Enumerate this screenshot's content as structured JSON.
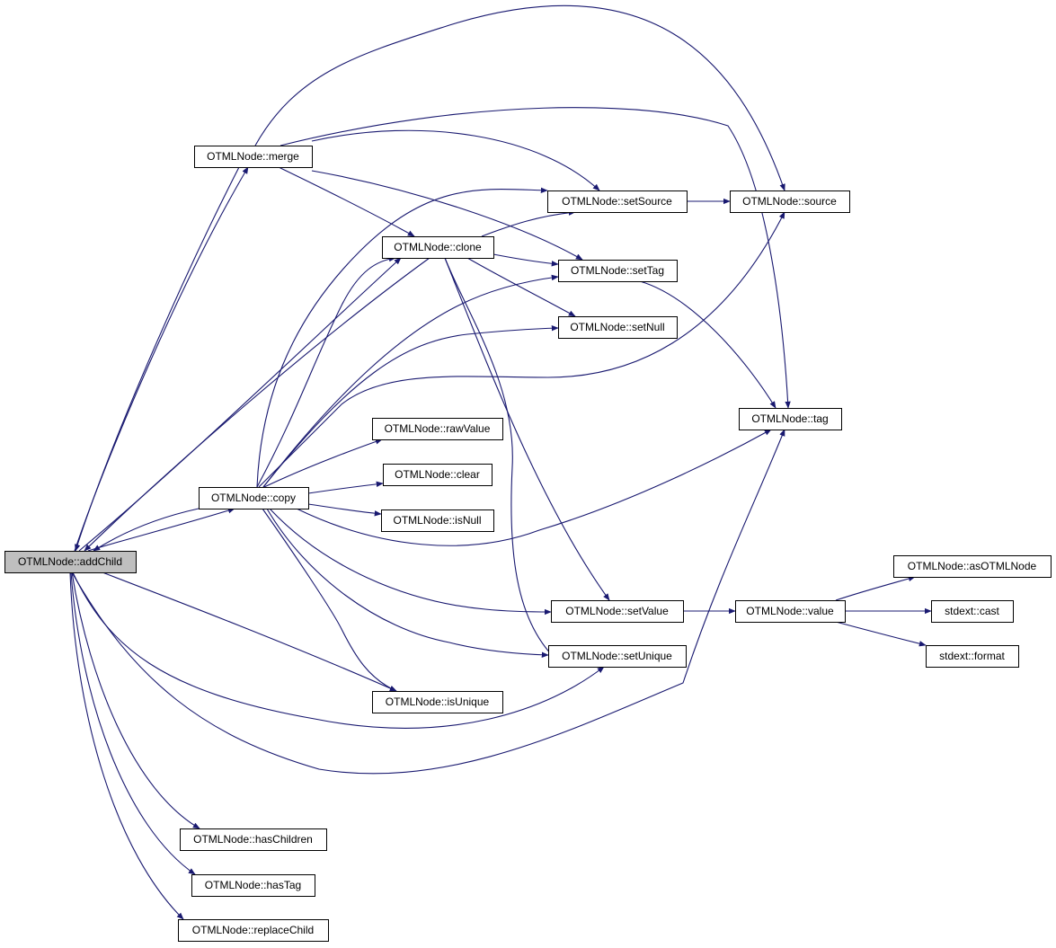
{
  "nodes": {
    "addChild": {
      "label": "OTMLNode::addChild",
      "root": true
    },
    "merge": {
      "label": "OTMLNode::merge"
    },
    "copy": {
      "label": "OTMLNode::copy"
    },
    "hasChildren": {
      "label": "OTMLNode::hasChildren"
    },
    "hasTag": {
      "label": "OTMLNode::hasTag"
    },
    "replaceChild": {
      "label": "OTMLNode::replaceChild"
    },
    "isUnique": {
      "label": "OTMLNode::isUnique"
    },
    "setUnique": {
      "label": "OTMLNode::setUnique"
    },
    "tag": {
      "label": "OTMLNode::tag"
    },
    "clone": {
      "label": "OTMLNode::clone"
    },
    "setSource": {
      "label": "OTMLNode::setSource"
    },
    "source": {
      "label": "OTMLNode::source"
    },
    "setTag": {
      "label": "OTMLNode::setTag"
    },
    "setNull": {
      "label": "OTMLNode::setNull"
    },
    "rawValue": {
      "label": "OTMLNode::rawValue"
    },
    "clear": {
      "label": "OTMLNode::clear"
    },
    "isNull": {
      "label": "OTMLNode::isNull"
    },
    "setValue": {
      "label": "OTMLNode::setValue"
    },
    "value": {
      "label": "OTMLNode::value"
    },
    "asOTMLNode": {
      "label": "OTMLNode::asOTMLNode"
    },
    "cast": {
      "label": "stdext::cast"
    },
    "format": {
      "label": "stdext::format"
    }
  },
  "edges": [
    {
      "from": "addChild",
      "to": "merge"
    },
    {
      "from": "merge",
      "to": "addChild"
    },
    {
      "from": "addChild",
      "to": "copy"
    },
    {
      "from": "copy",
      "to": "addChild"
    },
    {
      "from": "addChild",
      "to": "clone"
    },
    {
      "from": "clone",
      "to": "addChild"
    },
    {
      "from": "addChild",
      "to": "isUnique"
    },
    {
      "from": "addChild",
      "to": "setUnique"
    },
    {
      "from": "addChild",
      "to": "tag"
    },
    {
      "from": "addChild",
      "to": "hasChildren"
    },
    {
      "from": "addChild",
      "to": "hasTag"
    },
    {
      "from": "addChild",
      "to": "replaceChild"
    },
    {
      "from": "merge",
      "to": "source"
    },
    {
      "from": "merge",
      "to": "setSource"
    },
    {
      "from": "merge",
      "to": "tag"
    },
    {
      "from": "merge",
      "to": "clone"
    },
    {
      "from": "merge",
      "to": "setTag"
    },
    {
      "from": "clone",
      "to": "setSource"
    },
    {
      "from": "clone",
      "to": "setTag"
    },
    {
      "from": "clone",
      "to": "setNull"
    },
    {
      "from": "clone",
      "to": "setValue"
    },
    {
      "from": "clone",
      "to": "setUnique"
    },
    {
      "from": "copy",
      "to": "setSource"
    },
    {
      "from": "copy",
      "to": "clone"
    },
    {
      "from": "copy",
      "to": "setTag"
    },
    {
      "from": "copy",
      "to": "setNull"
    },
    {
      "from": "copy",
      "to": "source"
    },
    {
      "from": "copy",
      "to": "rawValue"
    },
    {
      "from": "copy",
      "to": "clear"
    },
    {
      "from": "copy",
      "to": "isNull"
    },
    {
      "from": "copy",
      "to": "tag"
    },
    {
      "from": "copy",
      "to": "setValue"
    },
    {
      "from": "copy",
      "to": "setUnique"
    },
    {
      "from": "copy",
      "to": "isUnique"
    },
    {
      "from": "setSource",
      "to": "source"
    },
    {
      "from": "setTag",
      "to": "tag"
    },
    {
      "from": "setValue",
      "to": "value"
    },
    {
      "from": "value",
      "to": "asOTMLNode"
    },
    {
      "from": "value",
      "to": "cast"
    },
    {
      "from": "value",
      "to": "format"
    }
  ]
}
